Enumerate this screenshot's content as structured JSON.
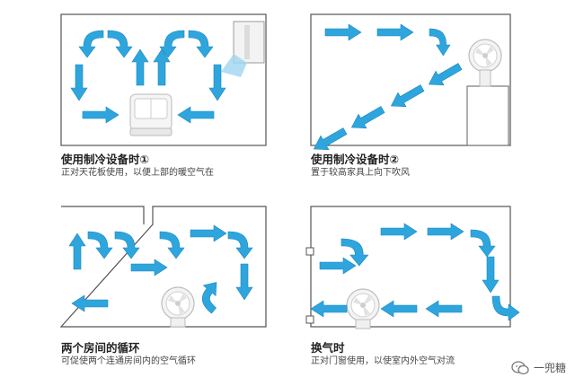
{
  "panels": [
    {
      "title": "使用制冷设备时①",
      "subtitle": "正对天花板使用，以便上部的暖空气在"
    },
    {
      "title": "使用制冷设备时②",
      "subtitle": "置于较高家具上向下吹风"
    },
    {
      "title": "两个房间的循环",
      "subtitle": "可促使两个连通房间内的空气循环"
    },
    {
      "title": "换气时",
      "subtitle": "正对门窗使用，以使室内外空气对流"
    }
  ],
  "watermark": {
    "text": "一兜糖",
    "icon": "wechat-icon"
  },
  "colors": {
    "arrow": "#2ea6dd",
    "arrow_stroke": "#1a86c0",
    "wall": "#555555"
  }
}
